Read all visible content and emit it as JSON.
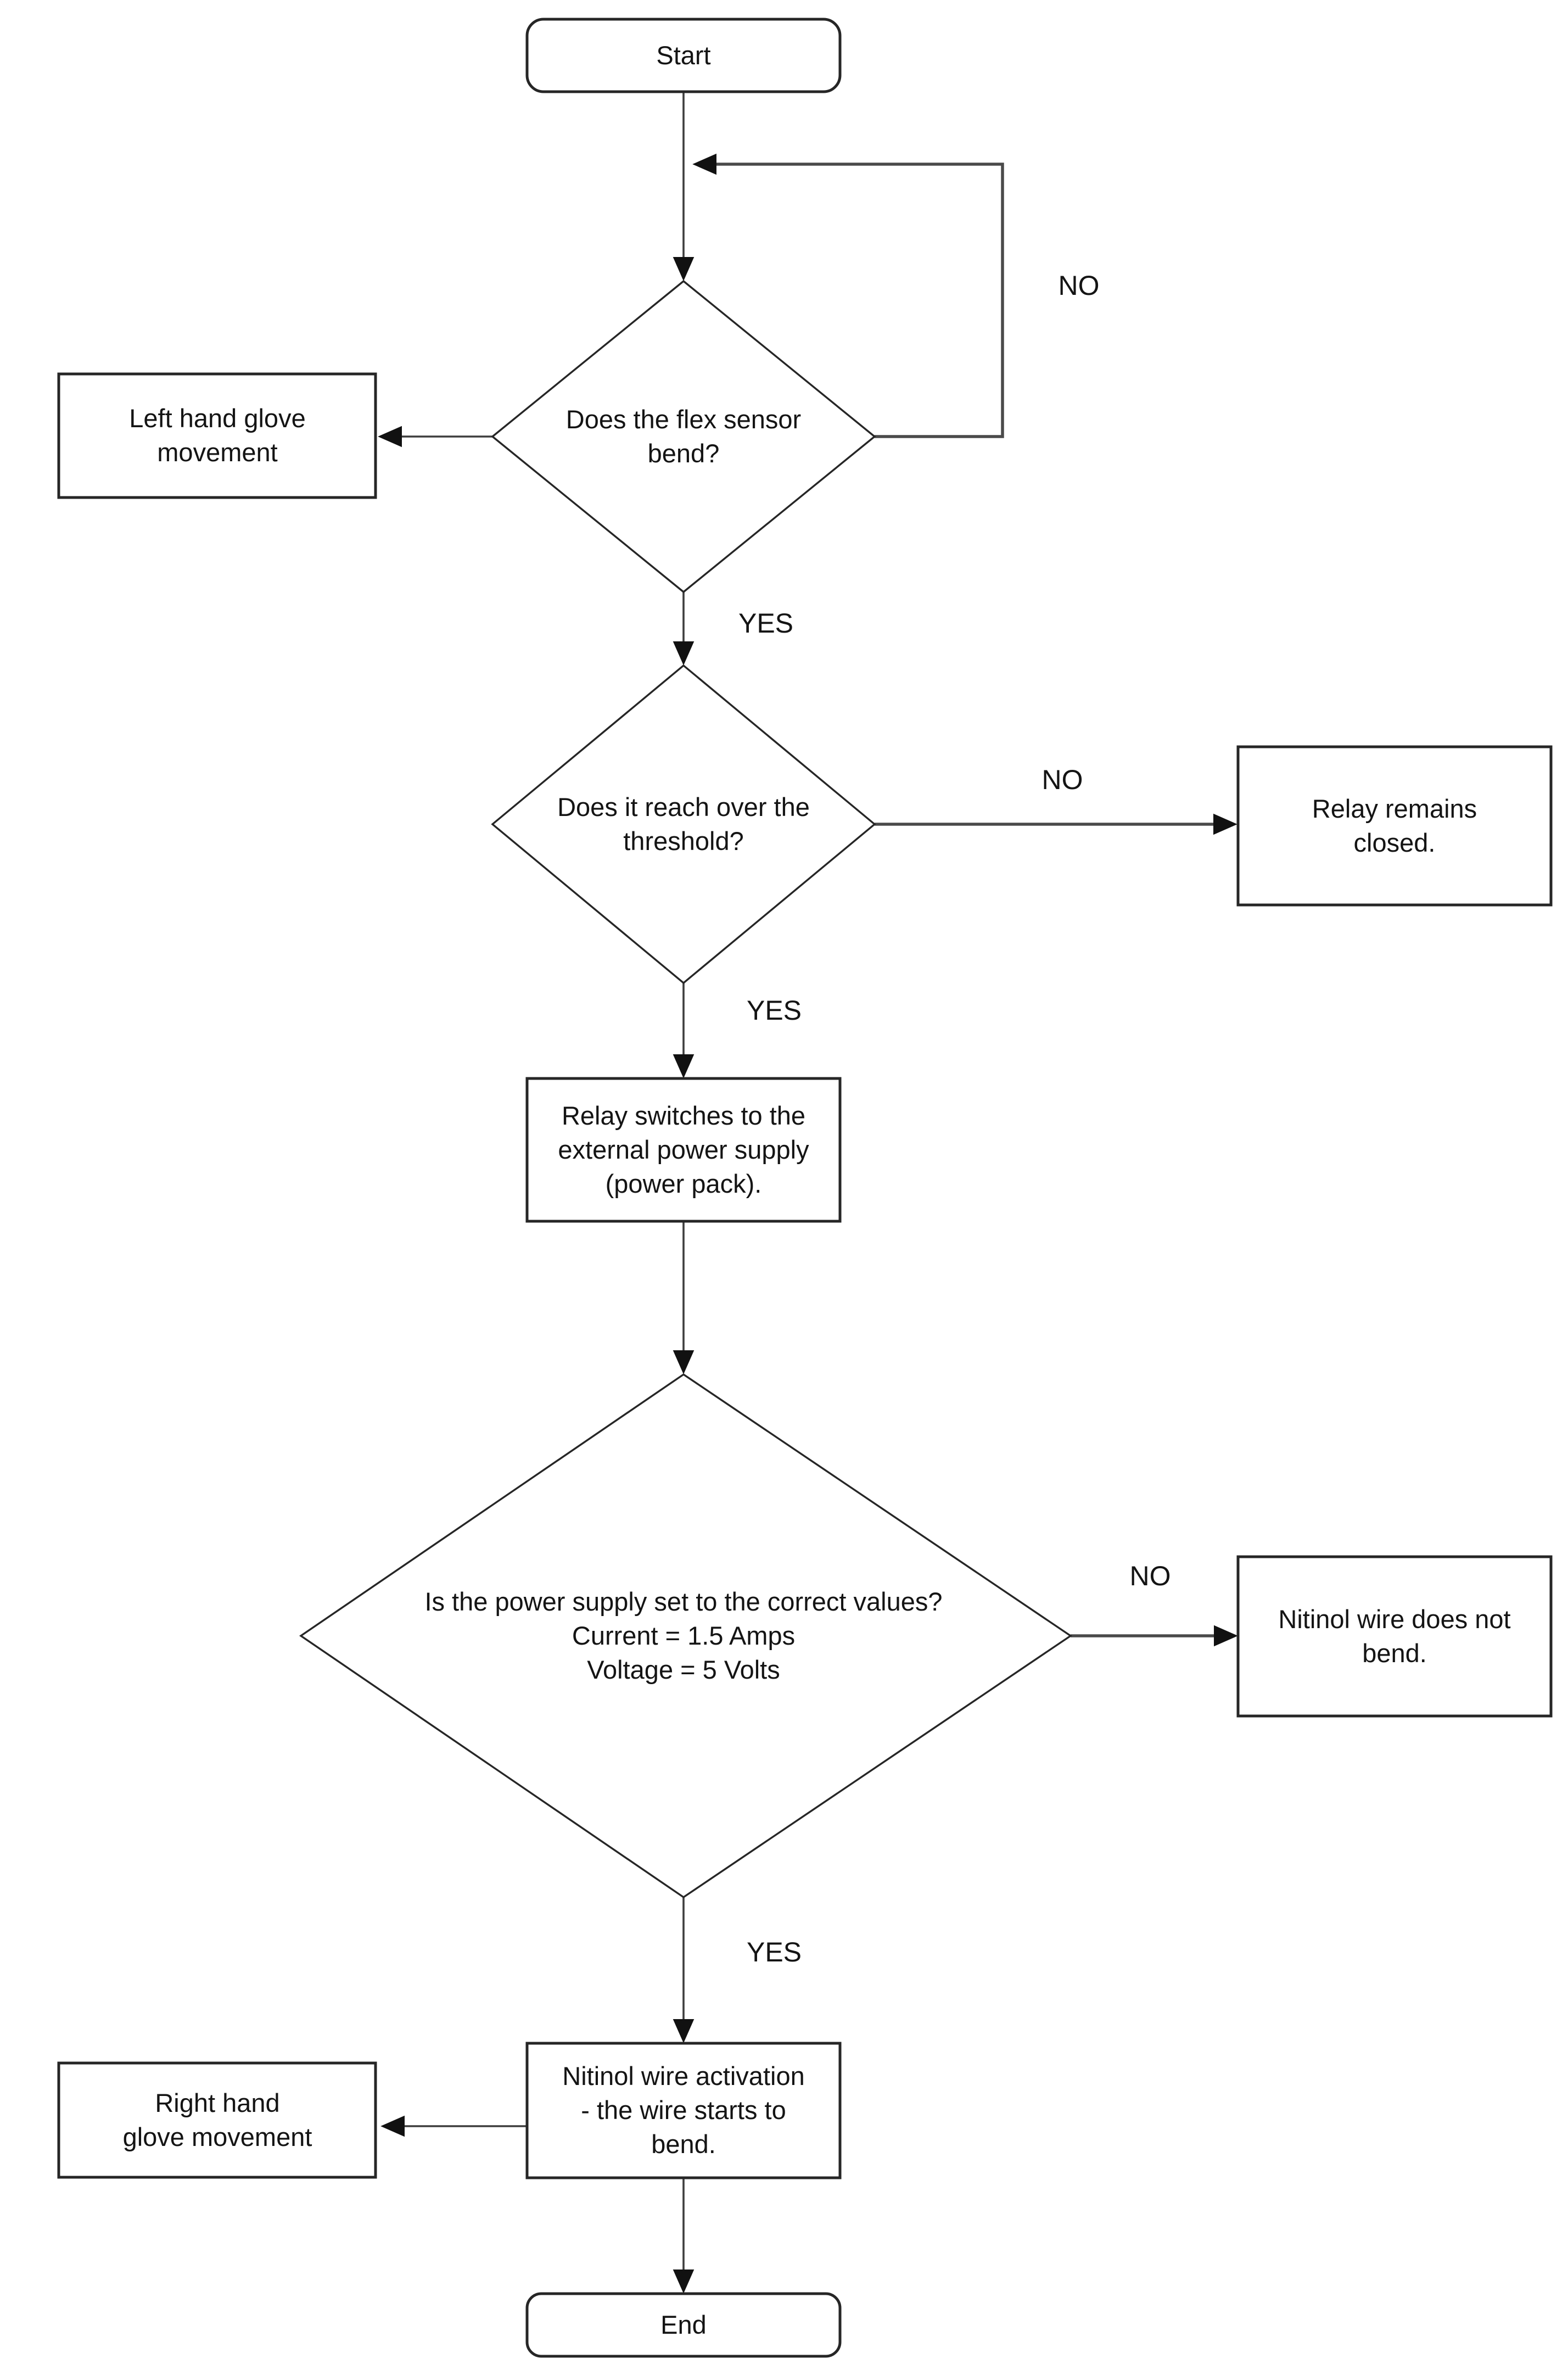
{
  "diagram": {
    "type": "flowchart",
    "nodes": {
      "start": {
        "label": "Start"
      },
      "flex_diamond": {
        "lines": [
          "Does the flex sensor",
          "bend?"
        ]
      },
      "left_glove": {
        "lines": [
          "Left hand glove",
          "movement"
        ]
      },
      "threshold_diamond": {
        "lines": [
          "Does it reach over the",
          "threshold?"
        ]
      },
      "relay_closed": {
        "lines": [
          "Relay remains",
          "closed."
        ]
      },
      "relay_switch": {
        "lines": [
          "Relay switches to the",
          "external power supply",
          "(power pack)."
        ]
      },
      "power_diamond": {
        "lines": [
          "Is the power supply set to the correct values?",
          "Current = 1.5 Amps",
          "Voltage = 5 Volts"
        ]
      },
      "nitinol_no_bend": {
        "lines": [
          "Nitinol wire does not",
          "bend."
        ]
      },
      "nitinol_activation": {
        "lines": [
          "Nitinol wire activation",
          "- the wire starts to",
          "bend."
        ]
      },
      "right_glove": {
        "lines": [
          "Right hand",
          "glove movement"
        ]
      },
      "end": {
        "label": "End"
      }
    },
    "edge_labels": {
      "flex_no": "NO",
      "flex_yes": "YES",
      "threshold_no": "NO",
      "threshold_yes": "YES",
      "power_no": "NO",
      "power_yes": "YES"
    },
    "colors": {
      "background": "#ffffff",
      "node_fill": "#ffffff",
      "node_stroke": "#262626",
      "edge_stroke": "#3d3d3d",
      "arrow_fill": "#111111",
      "text": "#141414"
    }
  }
}
